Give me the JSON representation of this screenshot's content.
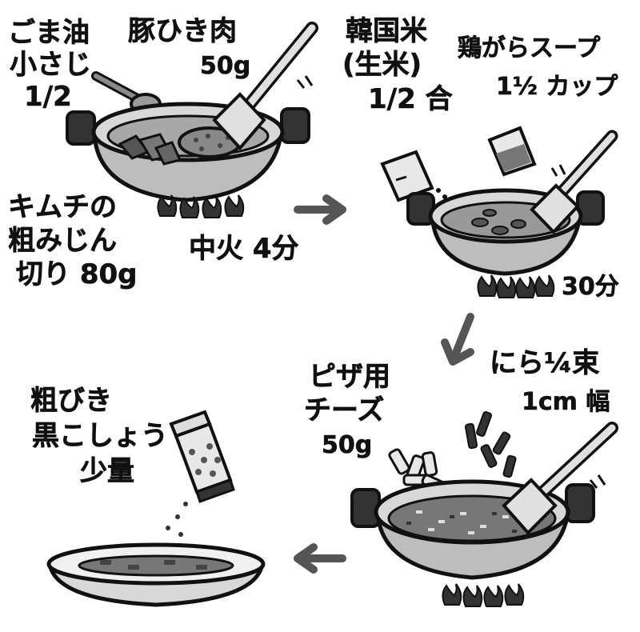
{
  "steps": [
    {
      "ingredients": {
        "sesame_oil": {
          "name": "ごま油",
          "amount_line1": "小さじ",
          "amount_line2": "1/2"
        },
        "pork": {
          "name": "豚ひき肉",
          "amount": "50g"
        },
        "kimchi": {
          "line1": "キムチの",
          "line2": "粗みじん",
          "line3": "切り 80g"
        }
      },
      "heat": "中火 4分"
    },
    {
      "ingredients": {
        "rice": {
          "line1": "韓国米",
          "line2": "(生米)",
          "line3": "1/2 合"
        },
        "soup": {
          "name": "鶏がらスープ",
          "amount": "1½ カップ"
        }
      },
      "time": "30分"
    },
    {
      "ingredients": {
        "cheese": {
          "line1": "ピザ用",
          "line2": "チーズ",
          "line3": "50g"
        },
        "nira": {
          "name": "にら¼束",
          "cut": "1cm 幅"
        }
      }
    },
    {
      "ingredients": {
        "pepper": {
          "line1": "粗びき",
          "line2": "黒こしょう",
          "line3": "少量"
        }
      }
    }
  ],
  "colors": {
    "ink": "#111111",
    "pot_body": "#bdbdbd",
    "pot_inner": "#a8a8a8",
    "food_dark": "#555555",
    "arrow": "#555555",
    "flame": "#333333"
  }
}
